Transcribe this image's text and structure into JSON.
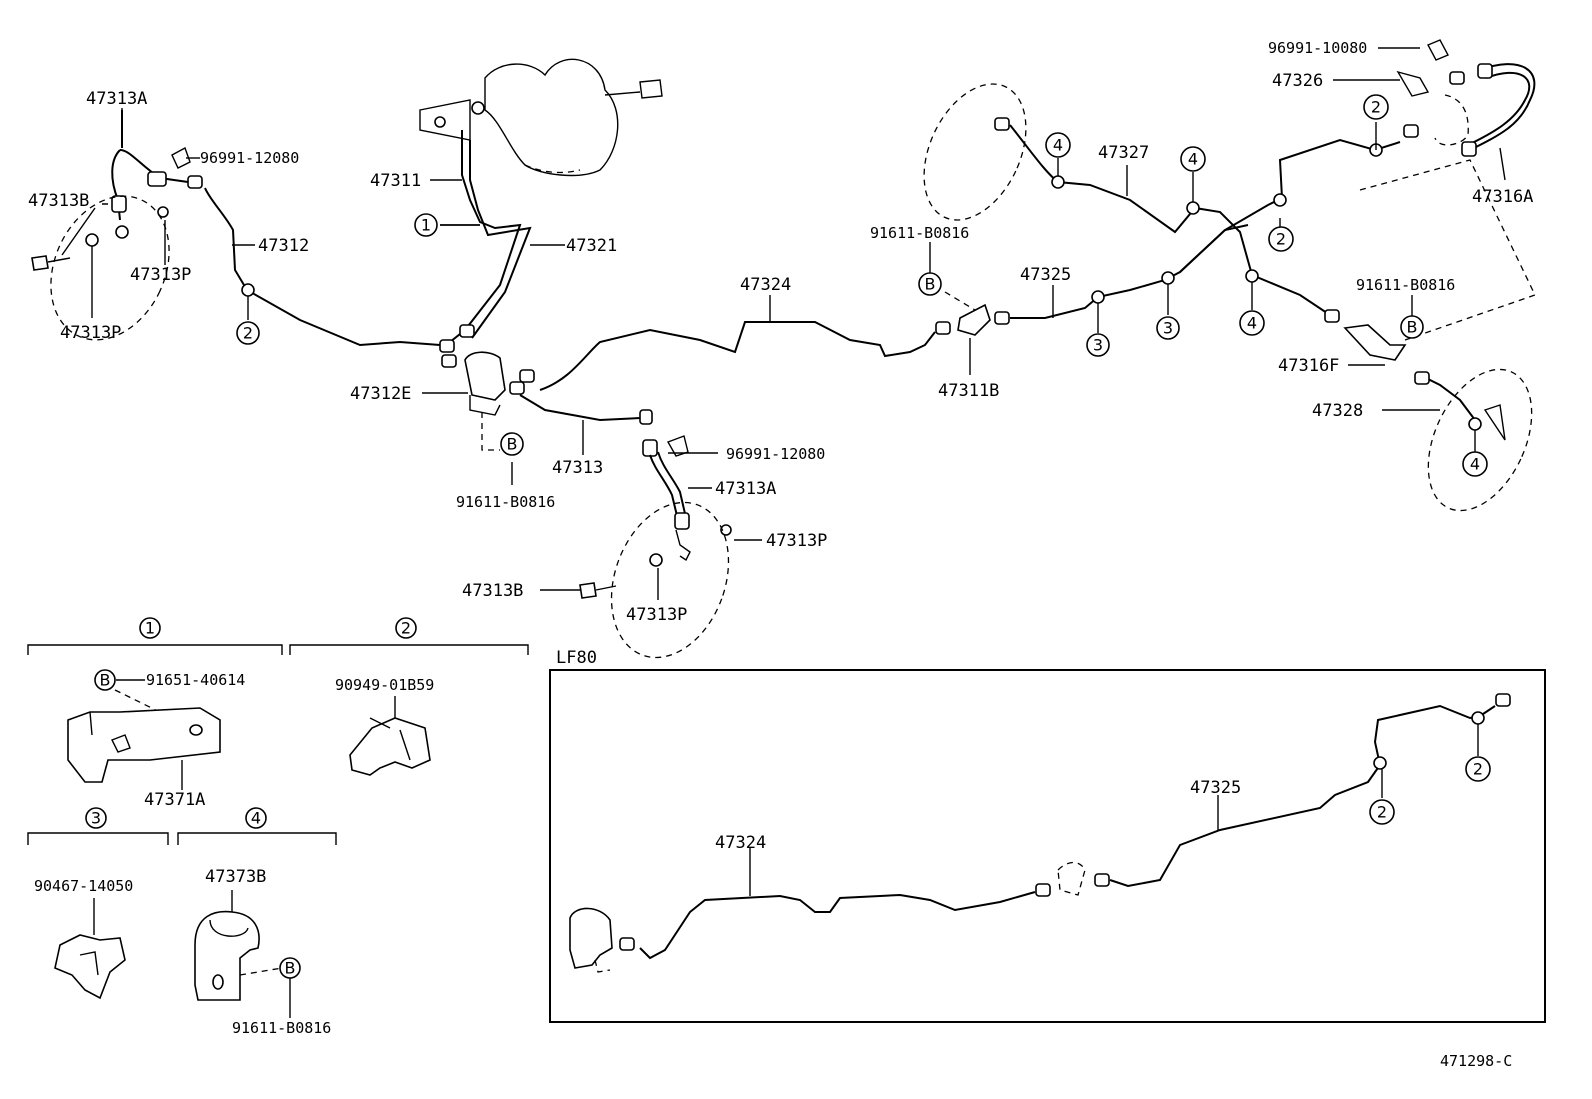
{
  "diagram": {
    "part_numbers": {
      "p47313A_left": "47313A",
      "p96991_12080_left": "96991-12080",
      "p47313B_left": "47313B",
      "p47312": "47312",
      "p47313P_left_a": "47313P",
      "p47313P_left_b": "47313P",
      "p47311": "47311",
      "p47321": "47321",
      "p47312E": "47312E",
      "p91611_B0816_center": "91611-B0816",
      "p47313": "47313",
      "p96991_12080_center": "96991-12080",
      "p47313A_center": "47313A",
      "p47313P_center_a": "47313P",
      "p47313B_center": "47313B",
      "p47313P_center_b": "47313P",
      "p47324": "47324",
      "p91611_B0816_mid": "91611-B0816",
      "p47325": "47325",
      "p47311B": "47311B",
      "p47327": "47327",
      "p96991_10080": "96991-10080",
      "p47326": "47326",
      "p47316A": "47316A",
      "p91611_B0816_right": "91611-B0816",
      "p47316F": "47316F",
      "p47328": "47328"
    },
    "detail_groups": {
      "g1_number": "1",
      "g1_bolt": "91651-40614",
      "g1_part": "47371A",
      "g2_number": "2",
      "g2_part": "90949-01B59",
      "g3_number": "3",
      "g3_part": "90467-14050",
      "g4_number": "4",
      "g4_part": "47373B",
      "g4_bolt": "91611-B0816"
    },
    "callouts": {
      "one": "1",
      "two": "2",
      "three": "3",
      "four": "4",
      "b": "B"
    },
    "inset": {
      "title": "LF80",
      "p47324": "47324",
      "p47325": "47325"
    },
    "diagram_code": "471298-C"
  }
}
